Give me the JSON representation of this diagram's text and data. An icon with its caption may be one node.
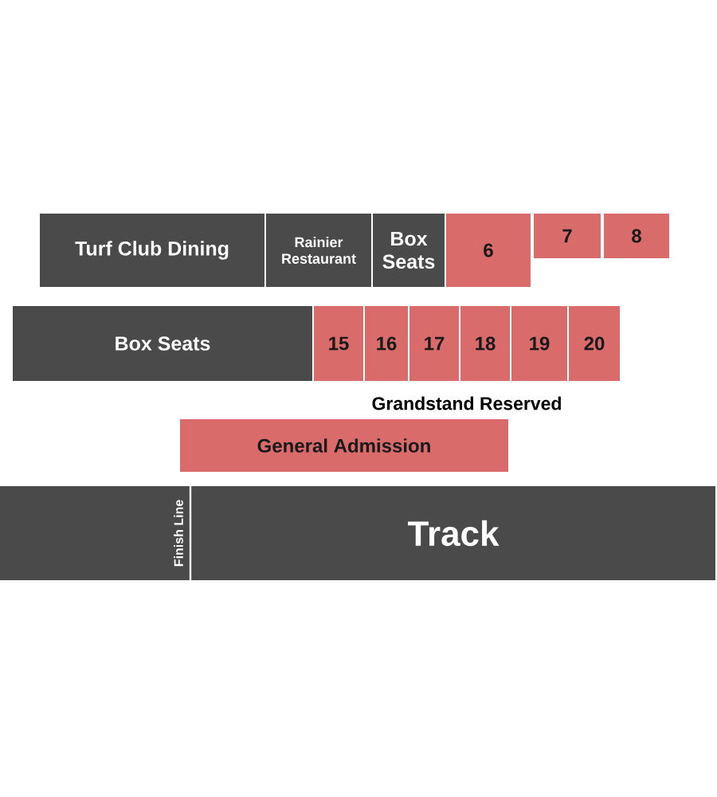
{
  "diagram": {
    "nodes": [
      {
        "text": [
          "Turf Club Dining"
        ]
      },
      {
        "text": [
          "Rainier Restaurant"
        ]
      },
      {
        "text": [
          "Box Seats"
        ]
      },
      {
        "text": [
          "6"
        ]
      },
      {
        "text": [
          "7"
        ]
      },
      {
        "text": [
          "8"
        ]
      },
      {
        "text": [
          "Box Seats"
        ]
      },
      {
        "text": [
          "15"
        ]
      },
      {
        "text": [
          "16"
        ]
      },
      {
        "text": [
          "17"
        ]
      },
      {
        "text": [
          "18"
        ]
      },
      {
        "text": [
          "19"
        ]
      },
      {
        "text": [
          "20"
        ]
      },
      {
        "text": [
          "General Admission"
        ]
      },
      {
        "text": [
          "Finish Line"
        ]
      },
      {
        "text": [
          "Track"
        ]
      }
    ],
    "labels": [
      "Grandstand Reserved"
    ]
  }
}
